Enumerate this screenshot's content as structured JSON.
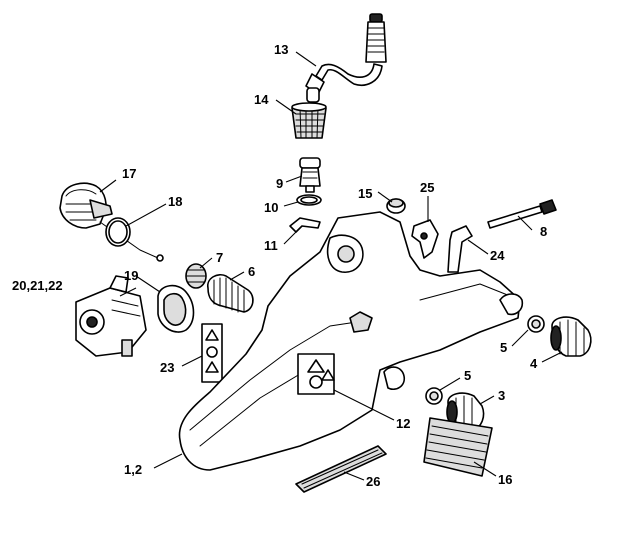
{
  "callouts": {
    "c1_2": "1,2",
    "c3": "3",
    "c4": "4",
    "c5a": "5",
    "c5b": "5",
    "c6": "6",
    "c7": "7",
    "c8": "8",
    "c9": "9",
    "c10": "10",
    "c11": "11",
    "c12": "12",
    "c13": "13",
    "c14": "14",
    "c15": "15",
    "c16": "16",
    "c17": "17",
    "c18": "18",
    "c19": "19",
    "c20_22": "20,21,22",
    "c23": "23",
    "c24": "24",
    "c25": "25",
    "c26": "26"
  }
}
